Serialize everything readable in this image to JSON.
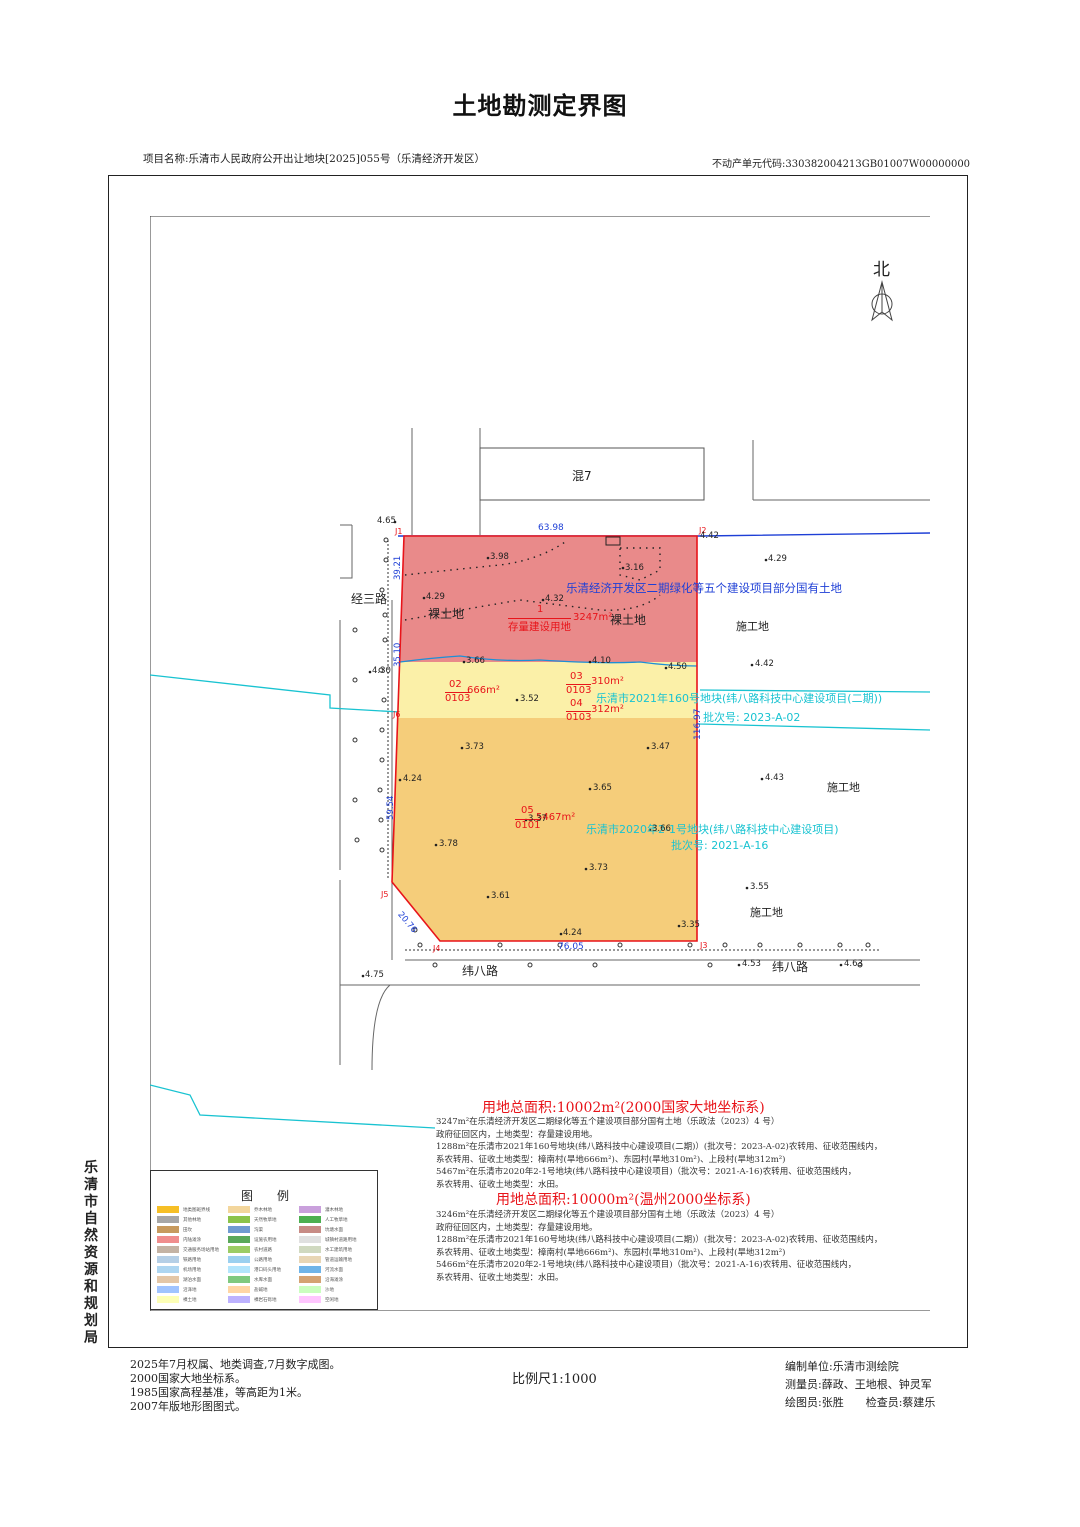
{
  "title": "土地勘测定界图",
  "project_name": "项目名称:乐清市人民政府公开出让地块[2025]055号（乐清经济开发区）",
  "unit_code": "不动产单元代码:330382004213GB01007W00000000",
  "bureau": [
    "乐",
    "清",
    "市",
    "自",
    "然",
    "资",
    "源",
    "和",
    "规",
    "划",
    "局"
  ],
  "north_label": "北",
  "map": {
    "building": "混7",
    "road_west": "经三路",
    "road_south": "纬八路",
    "road_south_east": "纬八路",
    "land_bare1": "裸土地",
    "land_bare2": "裸土地",
    "land_construct1": "施工地",
    "land_construct2": "施工地",
    "land_construct3": "施工地",
    "project_blue": "乐清经济开发区二期绿化等五个建设项目部分国有土地",
    "project_cyan1": "乐清市2021年160号地块(纬八路科技中心建设项目(二期))",
    "batch1": "批次号: 2023-A-02",
    "project_cyan2": "乐清市2020年2-1号地块(纬八路科技中心建设项目)",
    "batch2": "批次号: 2021-A-16",
    "parcel1_no": "1",
    "parcel1_type": "存量建设用地",
    "parcel1_area": "3247m²",
    "parcel2_no": "02",
    "parcel2_code": "0103",
    "parcel2_area": "666m²",
    "parcel3_no": "03",
    "parcel3_code": "0103",
    "parcel3_area": "310m²",
    "parcel4_no": "04",
    "parcel4_code": "0103",
    "parcel4_area": "312m²",
    "parcel5_no": "05",
    "parcel5_code": "0101",
    "parcel5_area": "5467m²",
    "dim_north": "63.98",
    "dim_east": "116.97",
    "dim_south": "76.05",
    "dim_w1": "39.21",
    "dim_w2": "35.10",
    "dim_w3": "59.54",
    "dim_w4": "20.76",
    "pts": {
      "j1": "J1",
      "j2": "J2",
      "j3": "J3",
      "j4": "J4",
      "j5": "J5",
      "j6": "J6"
    },
    "spots": [
      "4.65",
      "3.98",
      "4.42",
      "4.29",
      "3.16",
      "4.29",
      "4.32",
      "4.30",
      "3.66",
      "4.10",
      "4.50",
      "4.42",
      "3.52",
      "3.73",
      "3.47",
      "4.24",
      "4.43",
      "3.65",
      "3.37",
      "3.66",
      "3.78",
      "3.73",
      "3.55",
      "3.61",
      "3.35",
      "4.24",
      "4.75",
      "4.53",
      "4.63"
    ]
  },
  "legend": {
    "title": "图　　例",
    "items": [
      "地类图斑界线",
      "乔木林地",
      "灌木林地",
      "其他林地",
      "天然牧草地",
      "人工牧草地",
      "田坎",
      "沟渠",
      "坑塘水面",
      "内陆滩涂",
      "设施农用地",
      "城镇村道路用地",
      "交通服务场站用地",
      "农村道路",
      "水工建筑用地",
      "铁路用地",
      "公路用地",
      "管道运输用地",
      "机场用地",
      "港口码头用地",
      "河流水面",
      "湖泊水面",
      "水库水面",
      "沿海滩涂",
      "沼泽地",
      "盐碱地",
      "沙地",
      "裸土地",
      "裸岩石砾地",
      "空闲地"
    ],
    "colors": [
      "#f6bf26",
      "#f3d69c",
      "#c9a0dc",
      "#a7a7a7",
      "#8bc34a",
      "#4caf50",
      "#c79a5e",
      "#6f9bd1",
      "#c78b85",
      "#f08d8d",
      "#5aa85a",
      "#e0e0e0",
      "#c4b3a4",
      "#9ccc65",
      "#d0d9c0",
      "#b5cfe6",
      "#9bd0ef",
      "#e8d6b5",
      "#aed6f1",
      "#b3e5fc",
      "#6fb4e8",
      "#e4c7a7",
      "#7fc97f",
      "#d4a373",
      "#a0c4ff",
      "#ffd6a5",
      "#caffbf",
      "#fdffb6",
      "#bdb2ff",
      "#ffc6ff"
    ]
  },
  "area": {
    "head1": "用地总面积:10002m²(2000国家大地坐标系)",
    "lines1": [
      "3247m²在乐清经济开发区二期绿化等五个建设项目部分国有土地（乐政法（2023）4 号）",
      "政府征回区内，土地类型：存量建设用地。",
      "1288m²在乐清市2021年160号地块(纬八路科技中心建设项目(二期)）(批次号：2023-A-02)农转用、征收范围线内，",
      "系农转用、征收土地类型：樟南村(旱地666m²)、东园村(旱地310m²)、上段村(旱地312m²)",
      "5467m²在乐清市2020年2-1号地块(纬八路科技中心建设项目)（批次号：2021-A-16)农转用、征收范围线内，",
      "系农转用、征收土地类型：水田。"
    ],
    "head2": "用地总面积:10000m²(温州2000坐标系)",
    "lines2": [
      "3246m²在乐清经济开发区二期绿化等五个建设项目部分国有土地（乐政法（2023）4 号）",
      "政府征回区内，土地类型：存量建设用地。",
      "1288m²在乐清市2021年160号地块(纬八路科技中心建设项目(二期)）(批次号：2023-A-02)农转用、征收范围线内，",
      "系农转用、征收土地类型：樟南村(旱地666m²)、东园村(旱地310m²)、上段村(旱地312m²)",
      "5466m²在乐清市2020年2-1号地块(纬八路科技中心建设项目)（批次号：2021-A-16)农转用、征收范围线内，",
      "系农转用、征收土地类型：水田。"
    ]
  },
  "footer": {
    "left": [
      "2025年7月权属、地类调查,7月数字成图。",
      "2000国家大地坐标系。",
      "1985国家高程基准，等高距为1米。",
      "2007年版地形图图式。"
    ],
    "scale": "比例尺1:1000",
    "right": [
      "编制单位:乐清市测绘院",
      "测量员:薛政、王地根、钟灵军",
      "绘图员:张胜　　检查员:蔡建乐"
    ]
  }
}
